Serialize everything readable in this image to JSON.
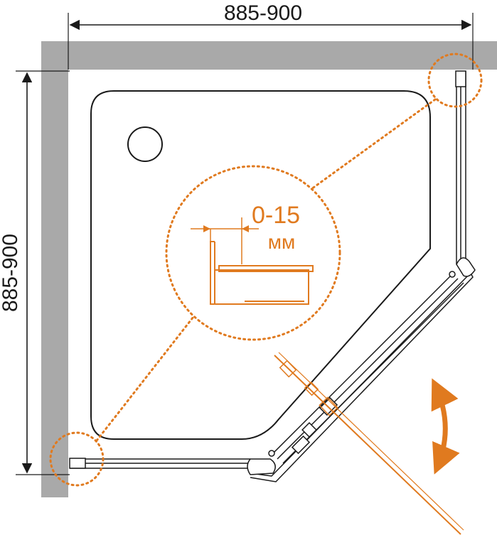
{
  "dimensions": {
    "width_label": "885-900",
    "depth_label": "885-900"
  },
  "detail": {
    "gap_value": "0-15",
    "gap_unit": "мм"
  },
  "colors": {
    "wall": "#a9a9a9",
    "line": "#1a1a1a",
    "accent": "#e07a1f"
  },
  "icons": {
    "swing_arrow": "double-headed-curved-arrow-icon",
    "drain": "drain-circle-icon"
  }
}
